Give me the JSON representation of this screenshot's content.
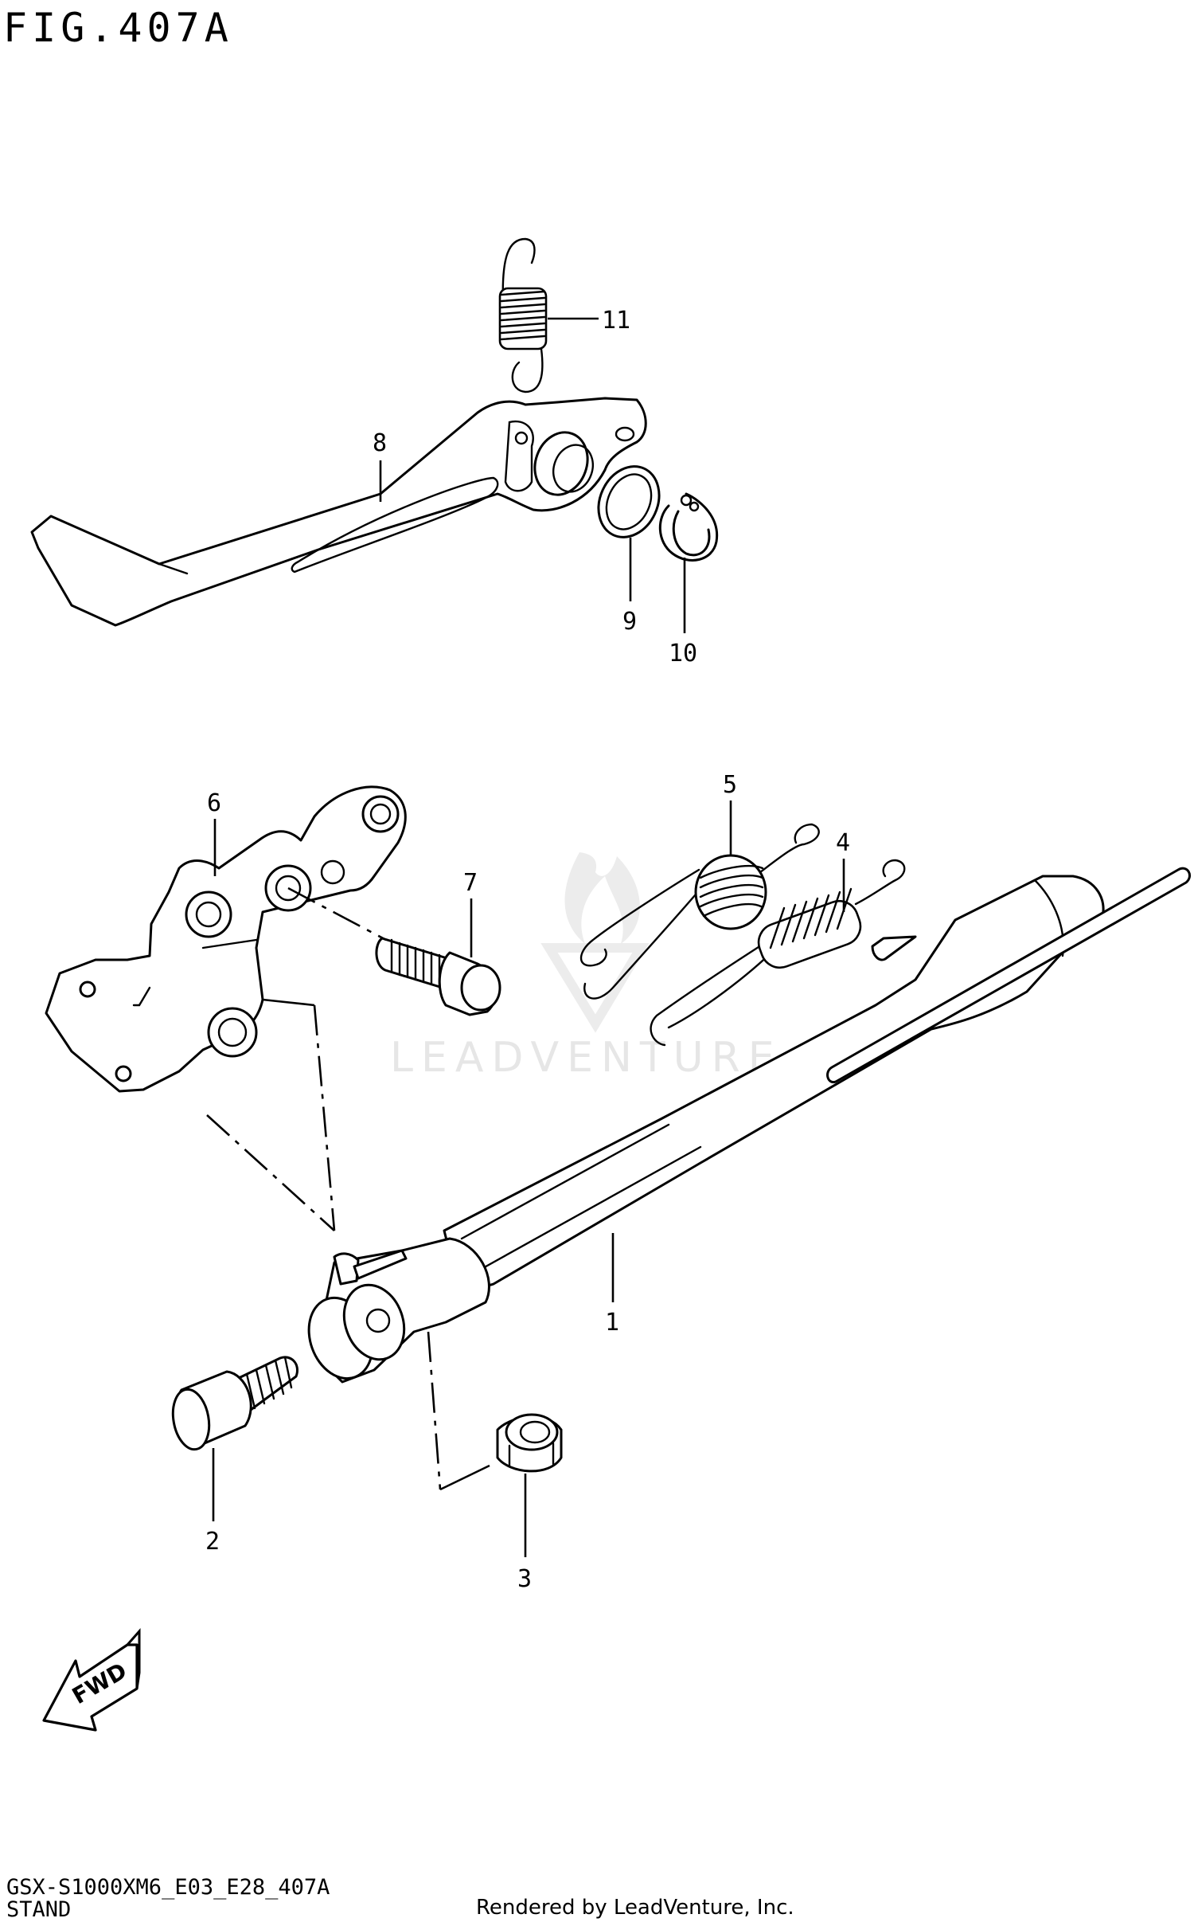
{
  "figure": {
    "title": "FIG.407A"
  },
  "watermark": {
    "text": "LEADVENTURE"
  },
  "callouts": [
    {
      "id": "1",
      "label": "1"
    },
    {
      "id": "2",
      "label": "2"
    },
    {
      "id": "3",
      "label": "3"
    },
    {
      "id": "4",
      "label": "4"
    },
    {
      "id": "5",
      "label": "5"
    },
    {
      "id": "6",
      "label": "6"
    },
    {
      "id": "7",
      "label": "7"
    },
    {
      "id": "8",
      "label": "8"
    },
    {
      "id": "9",
      "label": "9"
    },
    {
      "id": "10",
      "label": "10"
    },
    {
      "id": "11",
      "label": "11"
    }
  ],
  "fwd_arrow": {
    "label": "FWD",
    "icon": "fwd-arrow-icon"
  },
  "footer": {
    "model_code": "GSX-S1000XM6_E03_E28_407A",
    "section_name": "STAND",
    "credit": "Rendered by LeadVenture, Inc."
  }
}
